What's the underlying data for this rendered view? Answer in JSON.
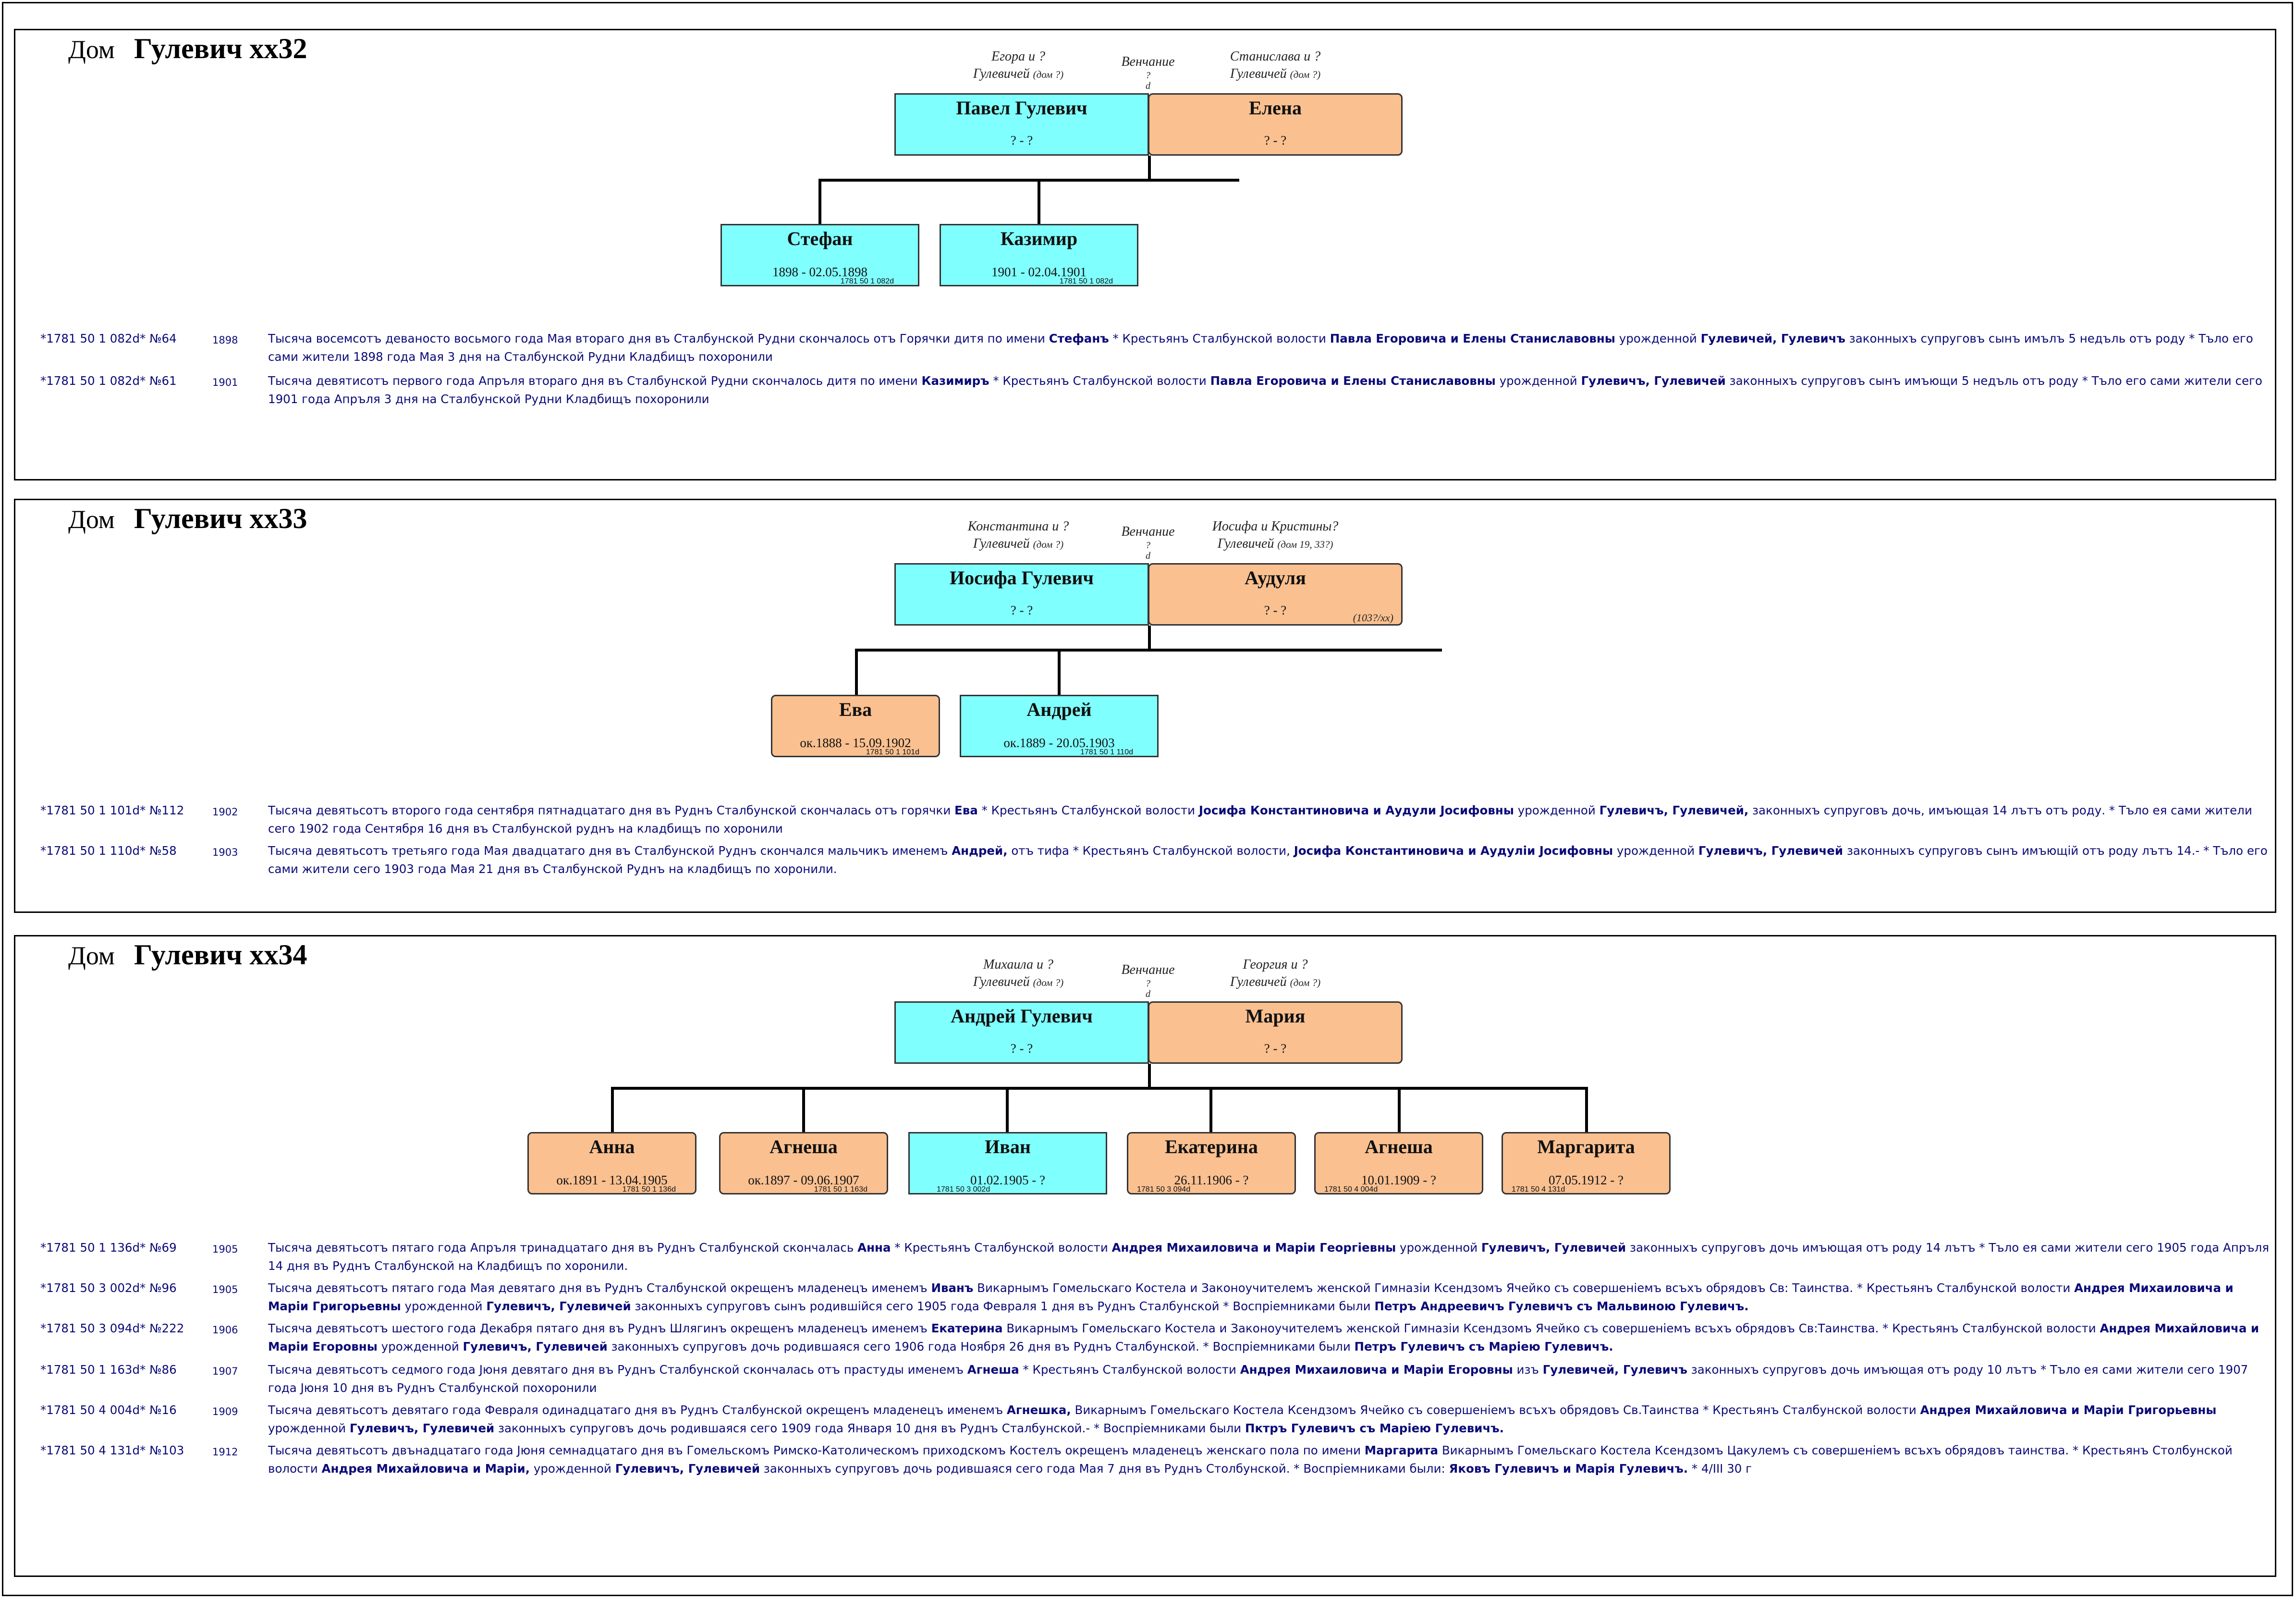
{
  "houses": [
    {
      "label": "Дом",
      "name": "Гулевич хх32",
      "wedding": {
        "label": "Венчание",
        "q": "?",
        "d": "d"
      },
      "husband": {
        "parents_line1": "Егора и ?",
        "parents_line2": "Гулевичей",
        "parents_note": "(дом ?)",
        "name": "Павел Гулевич",
        "dates": "? - ?"
      },
      "wife": {
        "parents_line1": "Станислава и ?",
        "parents_line2": "Гулевичей",
        "parents_note": "(дом ?)",
        "name": "Елена",
        "dates": "? - ?",
        "extra": ""
      },
      "children": [
        {
          "name": "Стефан",
          "dates": "1898 - 02.05.1898",
          "ref": "1781 50 1 082d",
          "gender": "m"
        },
        {
          "name": "Казимир",
          "dates": "1901 - 02.04.1901",
          "ref": "1781 50 1 082d",
          "gender": "m"
        }
      ],
      "records": [
        {
          "ref": "*1781 50 1 082d* №64",
          "year": "1898",
          "parts": [
            {
              "t": "Тысяча восемсотъ деваносто восьмого года Мая втораго дня въ Сталбунской Рудни скончалось отъ Горячки дитя по имени "
            },
            {
              "t": "Стефанъ",
              "b": true
            },
            {
              "t": " * Крестьянъ Сталбунской волости "
            },
            {
              "t": "Павла Егоровича и Елены Станиславовны",
              "b": true
            },
            {
              "t": " урожденной "
            },
            {
              "t": "Гулевичей, Гулевичъ",
              "b": true
            },
            {
              "t": " законныхъ супруговъ сынъ имълъ 5 недъль отъ роду * Тъло его сами жители 1898 года Мая 3 дня на Сталбунской Рудни Кладбищъ похоронили"
            }
          ]
        },
        {
          "ref": "*1781 50 1 082d* №61",
          "year": "1901",
          "parts": [
            {
              "t": "Тысяча девятисотъ первого года Апръля втораго дня въ Сталбунской Рудни скончалось дитя по имени "
            },
            {
              "t": "Казимиръ",
              "b": true
            },
            {
              "t": " * Крестьянъ Сталбунской волости "
            },
            {
              "t": "Павла Егоровича и Елены Станиславовны",
              "b": true
            },
            {
              "t": " урожденной "
            },
            {
              "t": "Гулевичъ, Гулевичей",
              "b": true
            },
            {
              "t": " законныхъ супруговъ сынъ имъющи 5 недъль отъ роду * Тъло его сами жители сего 1901 года Апръля 3 дня на Сталбунской Рудни Кладбищъ похоронили"
            }
          ]
        }
      ]
    },
    {
      "label": "Дом",
      "name": "Гулевич хх33",
      "wedding": {
        "label": "Венчание",
        "q": "?",
        "d": "d"
      },
      "husband": {
        "parents_line1": "Константина и ?",
        "parents_line2": "Гулевичей",
        "parents_note": "(дом ?)",
        "name": "Иосифа Гулевич",
        "dates": "? - ?"
      },
      "wife": {
        "parents_line1": "Иосифа и Кристины?",
        "parents_line2": "Гулевичей",
        "parents_note": "(дом 19, 33?)",
        "name": "Аудуля",
        "dates": "? - ?",
        "extra": "(103?/хх)"
      },
      "children": [
        {
          "name": "Ева",
          "dates": "ок.1888 - 15.09.1902",
          "ref": "1781 50 1 101d",
          "gender": "f"
        },
        {
          "name": "Андрей",
          "dates": "ок.1889 - 20.05.1903",
          "ref": "1781 50 1 110d",
          "gender": "m"
        }
      ],
      "records": [
        {
          "ref": "*1781 50 1 101d* №112",
          "year": "1902",
          "parts": [
            {
              "t": "Тысяча девятьсотъ второго года сентября пятнадцатаго дня въ Руднъ Сталбунской скончалась отъ горячки "
            },
            {
              "t": "Ева",
              "b": true
            },
            {
              "t": " * Крестьянъ Сталбунской волости "
            },
            {
              "t": "Јосифа Константиновича и Аудули Јосифовны",
              "b": true
            },
            {
              "t": " урожденной "
            },
            {
              "t": "Гулевичъ, Гулевичей,",
              "b": true
            },
            {
              "t": " законныхъ супруговъ дочь, имъющая 14 лътъ отъ роду. * Тъло ея сами жители сего 1902 года Сентября 16 дня въ Сталбунской руднъ на кладбищъ по хоронили"
            }
          ]
        },
        {
          "ref": "*1781 50 1 110d* №58",
          "year": "1903",
          "parts": [
            {
              "t": "Тысяча девятьсотъ третьяго года Мая двадцатаго дня въ Сталбунской Руднъ скончался мальчикъ именемъ "
            },
            {
              "t": "Андрей,",
              "b": true
            },
            {
              "t": " отъ тифа * Крестьянъ Сталбунской волости, "
            },
            {
              "t": "Јосифа Константиновича и Аудуліи Јосифовны",
              "b": true
            },
            {
              "t": " урожденной "
            },
            {
              "t": "Гулевичъ, Гулевичей",
              "b": true
            },
            {
              "t": " законныхъ супруговъ сынъ имъющій отъ роду лътъ 14.- * Тъло его сами жители сего 1903 года Мая 21 дня въ Сталбунской Руднъ на кладбищъ по хоронили."
            }
          ]
        }
      ]
    },
    {
      "label": "Дом",
      "name": "Гулевич хх34",
      "wedding": {
        "label": "Венчание",
        "q": "?",
        "d": "d"
      },
      "husband": {
        "parents_line1": "Михаила и ?",
        "parents_line2": "Гулевичей",
        "parents_note": "(дом ?)",
        "name": "Андрей Гулевич",
        "dates": "? - ?"
      },
      "wife": {
        "parents_line1": "Георгия и ?",
        "parents_line2": "Гулевичей",
        "parents_note": "(дом ?)",
        "name": "Мария",
        "dates": "? - ?",
        "extra": ""
      },
      "children": [
        {
          "name": "Анна",
          "dates": "ок.1891 - 13.04.1905",
          "ref": "1781 50 1 136d",
          "gender": "f"
        },
        {
          "name": "Агнеша",
          "dates": "ок.1897 - 09.06.1907",
          "ref": "1781 50 1 163d",
          "gender": "f"
        },
        {
          "name": "Иван",
          "dates": "01.02.1905 - ?",
          "ref": "1781 50 3 002d",
          "gender": "m"
        },
        {
          "name": "Екатерина",
          "dates": "26.11.1906 - ?",
          "ref": "1781 50 3 094d",
          "gender": "f"
        },
        {
          "name": "Агнеша",
          "dates": "10.01.1909 - ?",
          "ref": "1781 50 4 004d",
          "gender": "f"
        },
        {
          "name": "Маргарита",
          "dates": "07.05.1912 - ?",
          "ref": "1781 50 4 131d",
          "gender": "f"
        }
      ],
      "records": [
        {
          "ref": "*1781 50 1 136d* №69",
          "year": "1905",
          "parts": [
            {
              "t": "Тысяча девятьсотъ пятаго года Апръля тринадцатаго дня въ Руднъ Сталбунской скончалась "
            },
            {
              "t": "Анна",
              "b": true
            },
            {
              "t": " * Крестьянъ Сталбунской волости "
            },
            {
              "t": "Андрея Михаиловича и Маріи Георгіевны",
              "b": true
            },
            {
              "t": " урожденной "
            },
            {
              "t": "Гулевичъ, Гулевичей",
              "b": true
            },
            {
              "t": " законныхъ супруговъ дочь имъющая отъ роду 14 лътъ * Тъло ея сами жители сего 1905 года Апръля 14 дня въ Руднъ Сталбунской на Кладбищъ по хоронили."
            }
          ]
        },
        {
          "ref": "*1781 50 3 002d* №96",
          "year": "1905",
          "parts": [
            {
              "t": "Тысяча девятьсотъ пятаго года Мая девятаго дня въ Руднъ Сталбунской окрещенъ младенецъ именемъ "
            },
            {
              "t": "Иванъ",
              "b": true
            },
            {
              "t": " Викарнымъ Гомельскаго Костела и Законоучителемъ женской Гимназіи Ксендзомъ Ячейко съ совершеніемъ всъхъ обрядовъ Св: Таинства. * Крестьянъ Сталбунской волости "
            },
            {
              "t": "Андрея Михаиловича и Маріи Григорьевны",
              "b": true
            },
            {
              "t": " урожденной "
            },
            {
              "t": "Гулевичъ, Гулевичей",
              "b": true
            },
            {
              "t": " законныхъ супруговъ сынъ родившійся сего 1905 года Февраля 1 дня въ Руднъ Сталбунской * Воспріемниками были "
            },
            {
              "t": "Петръ Андреевичъ Гулевичъ съ Мальвиною Гулевичъ.",
              "b": true
            }
          ]
        },
        {
          "ref": "*1781 50 3 094d* №222",
          "year": "1906",
          "parts": [
            {
              "t": "Тысяча девятьсотъ шестого года Декабря пятаго дня въ Руднъ Шлягинъ окрещенъ младенецъ именемъ "
            },
            {
              "t": "Екатерина",
              "b": true
            },
            {
              "t": " Викарнымъ Гомельскаго Костела и Законоучителемъ женской Гимназіи Ксендзомъ Ячейко съ совершеніемъ всъхъ обрядовъ Св:Таинства. * Крестьянъ Сталбунской волости "
            },
            {
              "t": "Андрея Михайловича и Маріи Егоровны",
              "b": true
            },
            {
              "t": " урожденной "
            },
            {
              "t": "Гулевичъ, Гулевичей",
              "b": true
            },
            {
              "t": " законныхъ супруговъ дочь родившаяся сего 1906 года Ноября 26 дня въ Руднъ Сталбунской. * Воспріемниками были "
            },
            {
              "t": "Петръ Гулевичъ съ Маріею Гулевичъ.",
              "b": true
            }
          ]
        },
        {
          "ref": "*1781 50 1 163d* №86",
          "year": "1907",
          "parts": [
            {
              "t": "Тысяча девятьсотъ седмого года Јюня девятаго дня въ Руднъ Сталбунской скончалась отъ прастуды именемъ "
            },
            {
              "t": "Агнеша",
              "b": true
            },
            {
              "t": " * Крестьянъ Сталбунской волости "
            },
            {
              "t": "Андрея Михаиловича и Маріи Егоровны",
              "b": true
            },
            {
              "t": " изъ "
            },
            {
              "t": "Гулевичей, Гулевичъ",
              "b": true
            },
            {
              "t": " законныхъ супруговъ дочь имъющая отъ роду 10 лътъ * Тъло ея сами жители сего 1907 года Јюня 10 дня въ Руднъ Сталбунской похоронили"
            }
          ]
        },
        {
          "ref": "*1781 50 4 004d* №16",
          "year": "1909",
          "parts": [
            {
              "t": "Тысяча девятьсотъ девятаго года Февраля одинадцатаго дня въ Руднъ Сталбунской окрещенъ младенецъ именемъ "
            },
            {
              "t": "Агнешка,",
              "b": true
            },
            {
              "t": " Викарнымъ Гомельскаго Костела Ксендзомъ Ячейко съ совершеніемъ всъхъ обрядовъ Св.Таинства * Крестьянъ Сталбунской волости "
            },
            {
              "t": "Андрея Михайловича и Маріи Григорьевны",
              "b": true
            },
            {
              "t": " урожденной "
            },
            {
              "t": "Гулевичъ, Гулевичей",
              "b": true
            },
            {
              "t": " законныхъ супруговъ дочь родившаяся сего 1909 года Января 10 дня въ Руднъ Сталбунской.- * Воспріемниками были "
            },
            {
              "t": "Пктръ Гулевичъ съ Маріею Гулевичъ.",
              "b": true
            }
          ]
        },
        {
          "ref": "*1781 50 4 131d* №103",
          "year": "1912",
          "parts": [
            {
              "t": "Тысяча девятьсотъ двънадцатаго года Јюня семнадцатаго дня въ Гомельскомъ Римско-Католическомъ приходскомъ Костелъ окрещенъ младенецъ женскаго пола по имени "
            },
            {
              "t": "Маргарита",
              "b": true
            },
            {
              "t": " Викарнымъ Гомельскаго Костела Ксендзомъ Цакулемъ съ совершеніемъ всъхъ обрядовъ таинства. * Крестьянъ Столбунской волости "
            },
            {
              "t": "Андрея Михайловича и Маріи,",
              "b": true
            },
            {
              "t": " урожденной "
            },
            {
              "t": "Гулевичъ, Гулевичей",
              "b": true
            },
            {
              "t": " законныхъ супруговъ дочь родившаяся сего года Мая 7 дня въ Руднъ Столбунской. * Воспріемниками были: "
            },
            {
              "t": "Яковъ Гулевичъ и Марія Гулевичъ.",
              "b": true
            },
            {
              "t": " * 4/III 30 г"
            }
          ]
        }
      ]
    }
  ]
}
